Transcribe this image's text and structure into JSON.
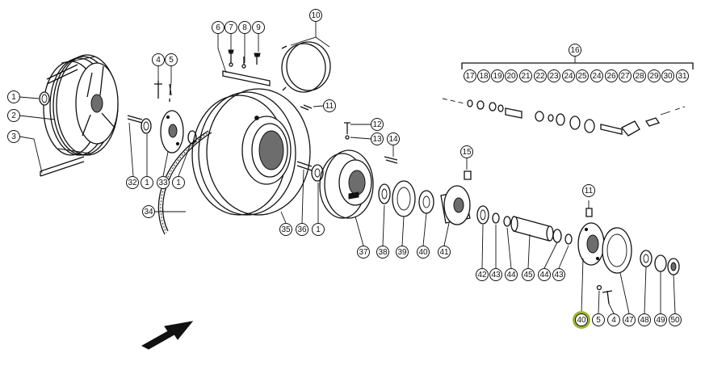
{
  "highlight_color": "#9db52a",
  "highlighted_callout": "40",
  "callouts": [
    {
      "id": "c1a",
      "label": "1"
    },
    {
      "id": "c2",
      "label": "2"
    },
    {
      "id": "c3",
      "label": "3"
    },
    {
      "id": "c4a",
      "label": "4"
    },
    {
      "id": "c5a",
      "label": "5"
    },
    {
      "id": "c6",
      "label": "6"
    },
    {
      "id": "c7",
      "label": "7"
    },
    {
      "id": "c8",
      "label": "8"
    },
    {
      "id": "c9",
      "label": "9"
    },
    {
      "id": "c10",
      "label": "10"
    },
    {
      "id": "c11a",
      "label": "11"
    },
    {
      "id": "c12",
      "label": "12"
    },
    {
      "id": "c13",
      "label": "13"
    },
    {
      "id": "c14",
      "label": "14"
    },
    {
      "id": "c15",
      "label": "15"
    },
    {
      "id": "c16",
      "label": "16"
    },
    {
      "id": "c17",
      "label": "17"
    },
    {
      "id": "c18",
      "label": "18"
    },
    {
      "id": "c19",
      "label": "19"
    },
    {
      "id": "c20",
      "label": "20"
    },
    {
      "id": "c21",
      "label": "21"
    },
    {
      "id": "c22",
      "label": "22"
    },
    {
      "id": "c23",
      "label": "23"
    },
    {
      "id": "c24a",
      "label": "24"
    },
    {
      "id": "c25",
      "label": "25"
    },
    {
      "id": "c24b",
      "label": "24"
    },
    {
      "id": "c26",
      "label": "26"
    },
    {
      "id": "c27",
      "label": "27"
    },
    {
      "id": "c28",
      "label": "28"
    },
    {
      "id": "c29",
      "label": "29"
    },
    {
      "id": "c30",
      "label": "30"
    },
    {
      "id": "c31",
      "label": "31"
    },
    {
      "id": "c32",
      "label": "32"
    },
    {
      "id": "c1b",
      "label": "1"
    },
    {
      "id": "c33",
      "label": "33"
    },
    {
      "id": "c1c",
      "label": "1"
    },
    {
      "id": "c34",
      "label": "34"
    },
    {
      "id": "c35",
      "label": "35"
    },
    {
      "id": "c36",
      "label": "36"
    },
    {
      "id": "c1d",
      "label": "1"
    },
    {
      "id": "c37",
      "label": "37"
    },
    {
      "id": "c38",
      "label": "38"
    },
    {
      "id": "c39",
      "label": "39"
    },
    {
      "id": "c40a",
      "label": "40"
    },
    {
      "id": "c41",
      "label": "41"
    },
    {
      "id": "c42",
      "label": "42"
    },
    {
      "id": "c43a",
      "label": "43"
    },
    {
      "id": "c44a",
      "label": "44"
    },
    {
      "id": "c45",
      "label": "45"
    },
    {
      "id": "c44b",
      "label": "44"
    },
    {
      "id": "c43b",
      "label": "43"
    },
    {
      "id": "c11b",
      "label": "11"
    },
    {
      "id": "c40b",
      "label": "40"
    },
    {
      "id": "c5b",
      "label": "5"
    },
    {
      "id": "c4b",
      "label": "4"
    },
    {
      "id": "c47",
      "label": "47"
    },
    {
      "id": "c48",
      "label": "48"
    },
    {
      "id": "c49",
      "label": "49"
    },
    {
      "id": "c50",
      "label": "50"
    }
  ]
}
